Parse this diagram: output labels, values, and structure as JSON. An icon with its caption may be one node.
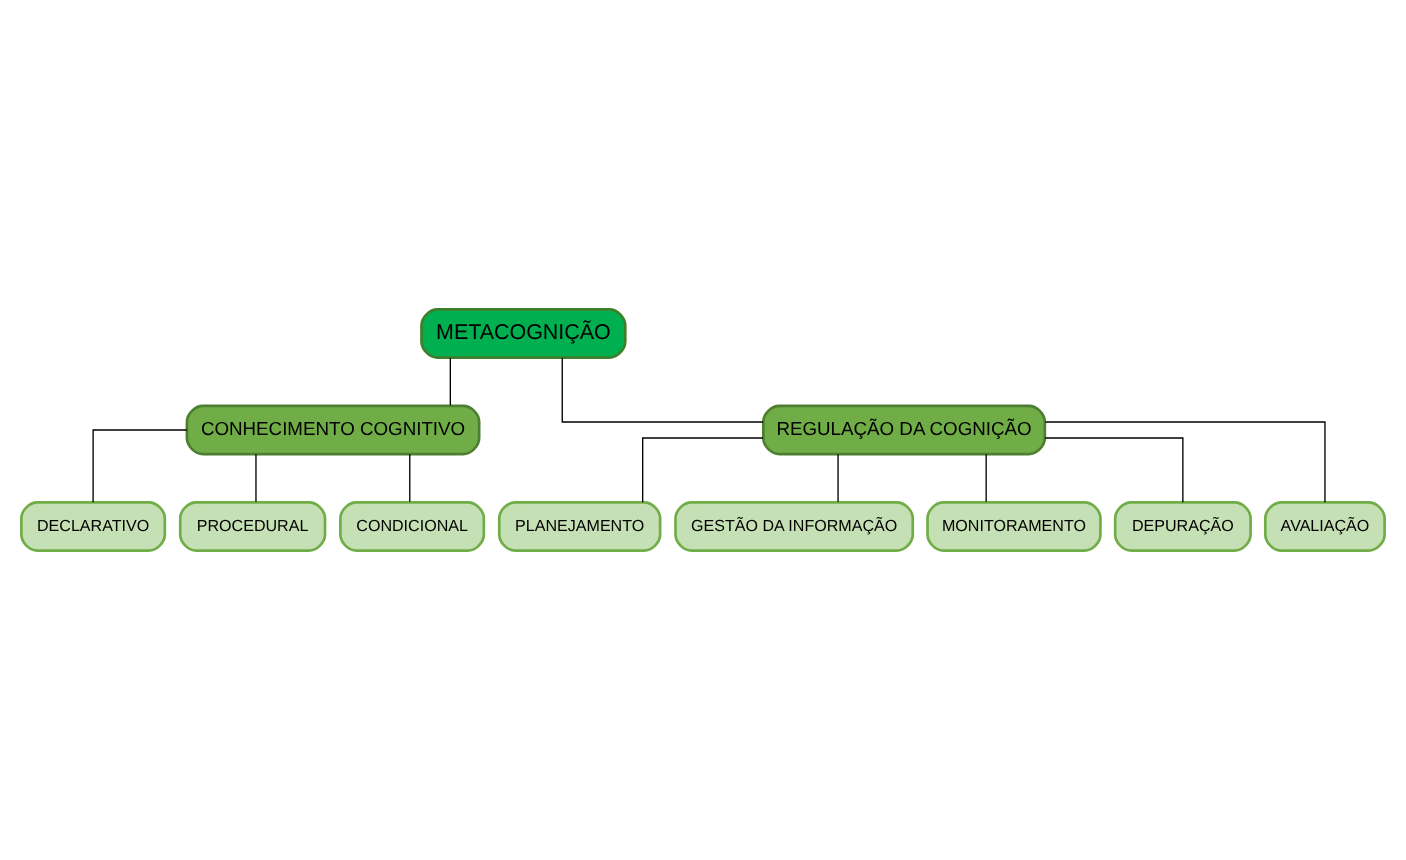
{
  "diagram": {
    "nodes": [
      {
        "text": [
          "METACOGNIÇÃO"
        ]
      },
      {
        "text": [
          "CONHECIMENTO COGNITIVO"
        ]
      },
      {
        "text": [
          "REGULAÇÃO DA COGNIÇÃO"
        ]
      },
      {
        "text": [
          "DECLARATIVO"
        ]
      },
      {
        "text": [
          "PROCEDURAL"
        ]
      },
      {
        "text": [
          "CONDICIONAL"
        ]
      },
      {
        "text": [
          "PLANEJAMENTO"
        ]
      },
      {
        "text": [
          "GESTÃO DA INFORMAÇÃO"
        ]
      },
      {
        "text": [
          "MONITORAMENTO"
        ]
      },
      {
        "text": [
          "DEPURAÇÃO"
        ]
      },
      {
        "text": [
          "AVALIAÇÃO"
        ]
      }
    ],
    "edges": [
      {
        "from": 0,
        "to": 1,
        "arrow": "none"
      },
      {
        "from": 0,
        "to": 2,
        "arrow": "none"
      },
      {
        "from": 1,
        "to": 3,
        "arrow": "none"
      },
      {
        "from": 1,
        "to": 4,
        "arrow": "none"
      },
      {
        "from": 1,
        "to": 5,
        "arrow": "none"
      },
      {
        "from": 2,
        "to": 6,
        "arrow": "none"
      },
      {
        "from": 2,
        "to": 7,
        "arrow": "none"
      },
      {
        "from": 2,
        "to": 8,
        "arrow": "none"
      },
      {
        "from": 2,
        "to": 9,
        "arrow": "none"
      },
      {
        "from": 2,
        "to": 10,
        "arrow": "none"
      }
    ]
  }
}
